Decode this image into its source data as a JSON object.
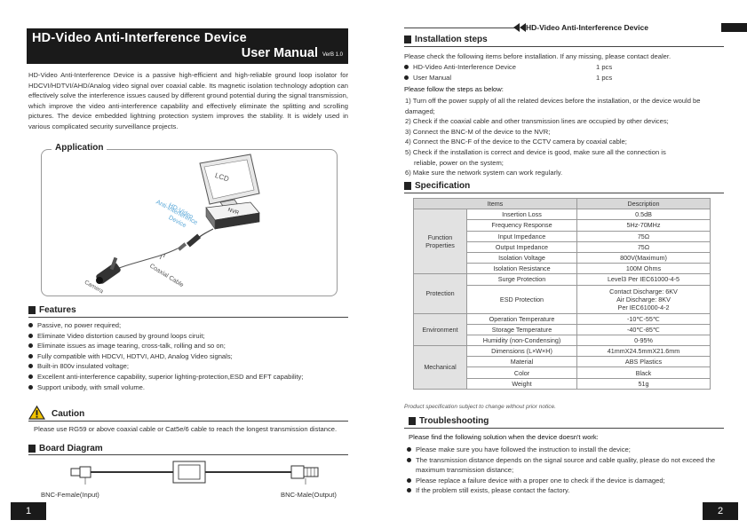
{
  "left": {
    "title_line1": "HD-Video Anti-Interference Device",
    "title_line2": "User Manual",
    "version": "VerB 1.0",
    "intro": "HD-Video Anti-Interference Device is a passive high-efficient and high-reliable ground loop isolator for HDCVI/HDTVI/AHD/Analog video signal over coaxial cable. Its magnetic isolation technology adoption can effectively solve the interference issues caused by different ground potential during the signal transmission, which improve the video anti-interference capability and effectively eliminate the splitting and scrolling pictures. The device embedded lightning protection system improves the stability. It is widely used in various complicated security surveillance projects.",
    "application": {
      "title": "Application",
      "lcd_label": "LCD",
      "nvr_label": "NVR",
      "device_label_1": "HD-Video",
      "device_label_2": "Anti-Interference",
      "device_label_3": "Device",
      "cable_label": "Coaxial Cable",
      "camera_label": "Camera"
    },
    "features": {
      "title": "Features",
      "items": [
        "Passive, no power required;",
        "Eliminate Video distortion caused by ground loops ciruit;",
        "Eliminate issues as image tearing, cross-talk, rolling and so on;",
        "Fully compatible with HDCVI, HDTVI, AHD, Analog Video signals;",
        "Built-in 800v insulated voltage;",
        "Excellent anti-interference capability, superior lighting-protection,ESD and EFT capability;",
        "Support unibody, with small volume."
      ]
    },
    "caution": {
      "title": "Caution",
      "text": "Please use RG59 or above coaxial cable or Cat5e/6 cable to reach the longest transmission distance."
    },
    "board": {
      "title": "Board Diagram",
      "left_label": "BNC-Female(Input)",
      "right_label": "BNC-Male(Output)"
    },
    "page_number": "1"
  },
  "right": {
    "header": "HD-Video Anti-Interference Device",
    "installation": {
      "title": "Installation steps",
      "check_text": "Please check the following items before installation. If any missing, please contact dealer.",
      "items": [
        {
          "name": "HD-Video Anti-Interference Device",
          "qty": "1 pcs"
        },
        {
          "name": "User Manual",
          "qty": "1 pcs"
        }
      ],
      "steps_title": "Please follow the steps as below:",
      "steps": [
        "1) Turn off the power supply of all the related devices before the installation, or the device would be damaged;",
        "2) Check if the coaxial cable and other transmission lines are occupied by other devices;",
        "3) Connect the BNC-M of the device to the NVR;",
        "4) Connect the BNC-F of the device to the CCTV camera by coaxial cable;",
        "5) Check if the installation is correct and device is good, make sure all the connection is",
        "reliable, power on the system;",
        "6) Make sure the network system can work regularly."
      ]
    },
    "specification": {
      "title": "Specification",
      "col_items": "Items",
      "col_desc": "Description",
      "g_function": "Function Properties",
      "g_protection": "Protection",
      "g_environment": "Environment",
      "g_mechanical": "Mechanical",
      "rows": {
        "insertion_loss": [
          "Insertion Loss",
          "0.5dB"
        ],
        "freq": [
          "Frequency Response",
          "5Hz-70MHz"
        ],
        "input_imp": [
          "Input Impedance",
          "75Ω"
        ],
        "output_imp": [
          "Output Impedance",
          "75Ω"
        ],
        "iso_volt": [
          "Isolation Voltage",
          "800V(Maximum)"
        ],
        "iso_res": [
          "Isolation Resistance",
          "100M Ohms"
        ],
        "surge": [
          "Surge Protection",
          "Level3 Per IEC61000-4-5"
        ],
        "esd_name": "ESD Protection",
        "esd_1": "Contact Discharge: 6KV",
        "esd_2": "Air Discharge: 8KV",
        "esd_3": "Per IEC61000-4-2",
        "op_temp": [
          "Operation Temperature",
          "-10℃-55℃"
        ],
        "st_temp": [
          "Storage Temperature",
          "-40℃-85℃"
        ],
        "humidity": [
          "Humidity (non-Condensing)",
          "0-95%"
        ],
        "dims": [
          "Dimensions (L×W×H)",
          "41mmX24.5mmX21.6mm"
        ],
        "material": [
          "Material",
          "ABS Plastics"
        ],
        "color": [
          "Color",
          "Black"
        ],
        "weight": [
          "Weight",
          "51g"
        ]
      },
      "note": "Product specification subject to change without prior notice."
    },
    "troubleshooting": {
      "title": "Troubleshooting",
      "intro": "Please find the following solution when the device doesn't work:",
      "items": [
        "Please make sure you have followed the instruction to install the device;",
        "The transmission distance depends on the signal source and cable quality, please do not exceed the maximum transmission distance;",
        "Please replace a failure device with a proper one to check if the device is damaged;",
        "If the problem still exists, please contact the factory."
      ]
    },
    "page_number": "2"
  }
}
